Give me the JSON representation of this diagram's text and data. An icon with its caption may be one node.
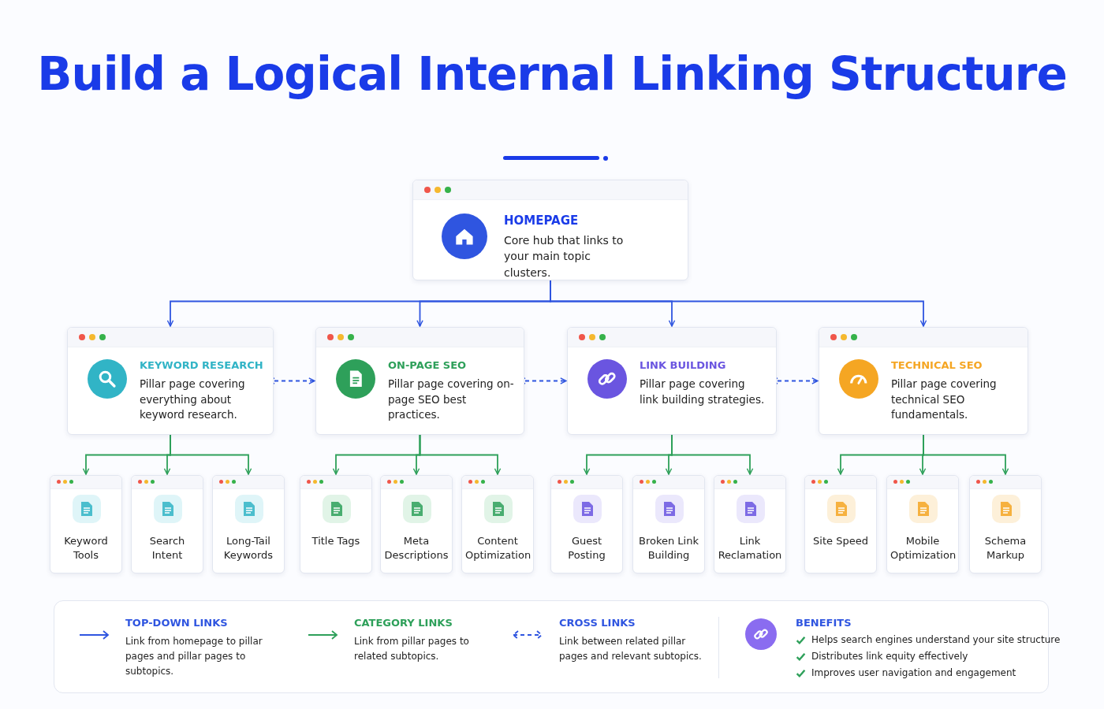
{
  "diagram": {
    "title": "Build a Logical Internal Linking Structure",
    "nodes": [
      {
        "text": [
          "HOMEPAGE",
          "Core hub that links to your main topic clusters."
        ]
      },
      {
        "text": [
          "KEYWORD RESEARCH",
          "Pillar page covering everything about keyword research."
        ]
      },
      {
        "text": [
          "ON-PAGE SEO",
          "Pillar page covering on-page SEO best practices."
        ]
      },
      {
        "text": [
          "LINK BUILDING",
          "Pillar page covering link building strategies."
        ]
      },
      {
        "text": [
          "TECHNICAL SEO",
          "Pillar page covering technical SEO fundamentals."
        ]
      },
      {
        "text": [
          "Keyword Tools"
        ]
      },
      {
        "text": [
          "Search Intent"
        ]
      },
      {
        "text": [
          "Long-Tail Keywords"
        ]
      },
      {
        "text": [
          "Title Tags"
        ]
      },
      {
        "text": [
          "Meta Descriptions"
        ]
      },
      {
        "text": [
          "Content Optimization"
        ]
      },
      {
        "text": [
          "Guest Posting"
        ]
      },
      {
        "text": [
          "Broken Link Building"
        ]
      },
      {
        "text": [
          "Link Reclamation"
        ]
      },
      {
        "text": [
          "Site Speed"
        ]
      },
      {
        "text": [
          "Mobile Optimization"
        ]
      },
      {
        "text": [
          "Schema Markup"
        ]
      }
    ],
    "edges": [
      {
        "from": 0,
        "to": 1,
        "arrow": "to",
        "color": "#2f55e0"
      },
      {
        "from": 0,
        "to": 2,
        "arrow": "to",
        "color": "#2f55e0"
      },
      {
        "from": 0,
        "to": 3,
        "arrow": "to",
        "color": "#2f55e0"
      },
      {
        "from": 0,
        "to": 4,
        "arrow": "to",
        "color": "#2f55e0"
      },
      {
        "from": 1,
        "to": 2,
        "arrow": "both",
        "style": "dashed",
        "color": "#2f55e0"
      },
      {
        "from": 2,
        "to": 3,
        "arrow": "both",
        "style": "dashed",
        "color": "#2f55e0"
      },
      {
        "from": 3,
        "to": 4,
        "arrow": "both",
        "style": "dashed",
        "color": "#2f55e0"
      },
      {
        "from": 1,
        "to": 5,
        "arrow": "to"
      },
      {
        "from": 1,
        "to": 6,
        "arrow": "to"
      },
      {
        "from": 1,
        "to": 7,
        "arrow": "to"
      },
      {
        "from": 2,
        "to": 8,
        "arrow": "to"
      },
      {
        "from": 2,
        "to": 9,
        "arrow": "to"
      },
      {
        "from": 2,
        "to": 10,
        "arrow": "to"
      },
      {
        "from": 3,
        "to": 11,
        "arrow": "to"
      },
      {
        "from": 3,
        "to": 12,
        "arrow": "to"
      },
      {
        "from": 3,
        "to": 13,
        "arrow": "to"
      },
      {
        "from": 4,
        "to": 14,
        "arrow": "to"
      },
      {
        "from": 4,
        "to": 15,
        "arrow": "to"
      },
      {
        "from": 4,
        "to": 16,
        "arrow": "to"
      }
    ],
    "labels": [
      "Link from homepage to pillar pages and pillar pages to subtopics.",
      "Link from pillar pages to related subtopics.",
      "Link between related pillar pages and relevant subtopics.",
      "BENEFITS",
      "Helps search engines understand your site structure",
      "Distributes link equity effectively",
      "Improves user navigation and engagement"
    ],
    "legend": [
      {
        "text": "TOP-DOWN LINKS"
      },
      {
        "text": "CATEGORY LINKS"
      },
      {
        "text": "CROSS LINKS"
      }
    ]
  }
}
